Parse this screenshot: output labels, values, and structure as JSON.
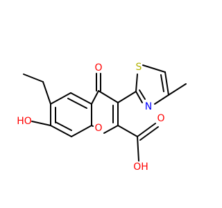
{
  "molecule": {
    "atoms": {
      "o_carbonyl": "O",
      "s_thiazole": "S",
      "n_thiazole": "N",
      "o_ring": "O",
      "o_acid_carbonyl": "O",
      "oh_acid": "OH",
      "ho_phenol": "HO"
    }
  },
  "colors": {
    "bond": "#000000",
    "oxygen": "#ff0000",
    "sulfur": "#b2b200",
    "nitrogen": "#0000ff"
  }
}
